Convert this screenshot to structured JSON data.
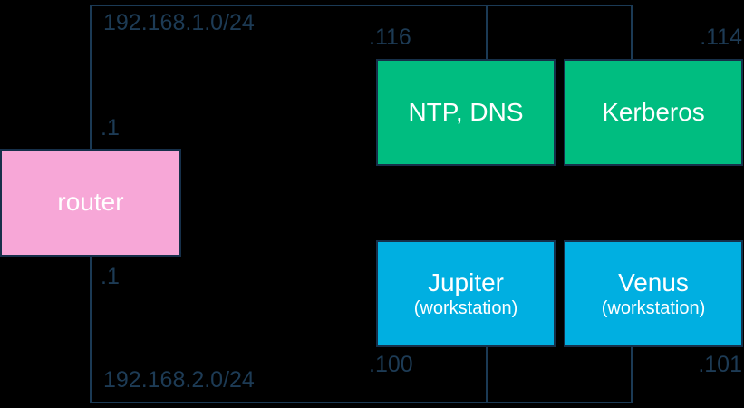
{
  "diagram": {
    "title": "network-topology",
    "background_color": "#000000",
    "line_color": "#1b3a55",
    "networks": [
      {
        "subnet": "192.168.1.0/24"
      },
      {
        "subnet": "192.168.2.0/24"
      }
    ],
    "router": {
      "label": "router",
      "fill_color": "#f7a7d7",
      "interfaces": [
        {
          "network": "192.168.1.0/24",
          "address": ".1"
        },
        {
          "network": "192.168.2.0/24",
          "address": ".1"
        }
      ]
    },
    "hosts": [
      {
        "label": "NTP, DNS",
        "address": ".116",
        "network": "192.168.1.0/24",
        "fill_color": "#00bd80"
      },
      {
        "label": "Kerberos",
        "address": ".114",
        "network": "192.168.1.0/24",
        "fill_color": "#00bd80"
      },
      {
        "label": "Jupiter",
        "sublabel": "(workstation)",
        "address": ".100",
        "network": "192.168.2.0/24",
        "fill_color": "#00afe1"
      },
      {
        "label": "Venus",
        "sublabel": "(workstation)",
        "address": ".101",
        "network": "192.168.2.0/24",
        "fill_color": "#00afe1"
      }
    ]
  }
}
